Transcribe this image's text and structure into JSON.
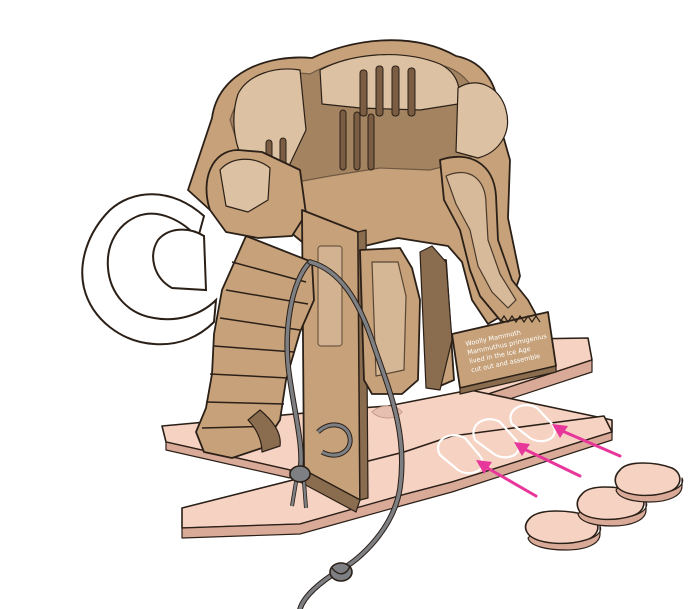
{
  "figure": {
    "subject": "cardboard-mammoth-model",
    "plaque": {
      "lines": [
        "Woolly Mammoth",
        "Mammuthus primigenius",
        "lived in the Ice Age",
        "cut out and assemble"
      ]
    },
    "colors": {
      "cardboard": "#c6a179",
      "cardboard_light": "#dcc1a3",
      "cardboard_dark": "#8a6c4f",
      "base_plate": "#f6d2c2",
      "base_plate_edge": "#d9aa98",
      "tusk": "#ffffff",
      "cord": "#7d7f83",
      "arrow": "#e8379b",
      "outline": "#2b2018"
    },
    "parts": {
      "tabs_count": 3,
      "arrows_count": 3,
      "slots_count": 3
    }
  }
}
